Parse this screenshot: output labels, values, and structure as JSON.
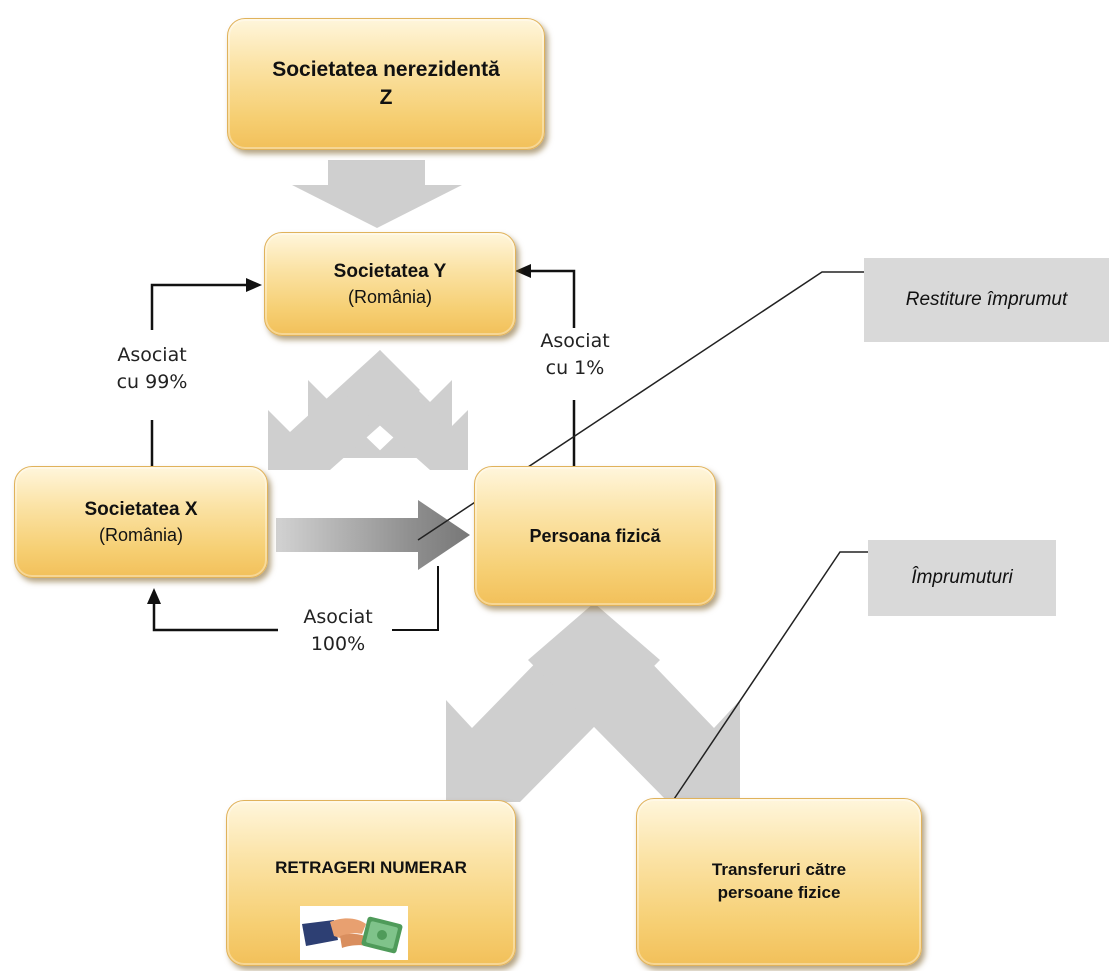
{
  "boxes": {
    "z": {
      "line1": "Societatea nerezidentă",
      "line2": "Z"
    },
    "y": {
      "name": "Societatea Y",
      "country": "(România)"
    },
    "x": {
      "name": "Societatea X",
      "country": "(România)"
    },
    "person": {
      "name": "Persoana fizică"
    },
    "cash": {
      "name": "RETRAGERI NUMERAR"
    },
    "transfers": {
      "line1": "Transferuri către",
      "line2": "persoane fizice"
    }
  },
  "labels": {
    "x_to_y": {
      "line1": "Asociat",
      "line2": "cu 99%"
    },
    "person_to_y": {
      "line1": "Asociat",
      "line2": "cu 1%"
    },
    "person_to_x": {
      "line1": "Asociat",
      "line2": "100%"
    }
  },
  "notes": {
    "loan_repayment": "Restiture împrumut",
    "loans": "Împrumuturi"
  },
  "icons": {
    "cash_icon": "hand-giving-money-icon"
  },
  "colors": {
    "box_fill": "#f6cf73",
    "big_arrows": "#cfcfcf",
    "note_fill": "#d9d9d9"
  }
}
